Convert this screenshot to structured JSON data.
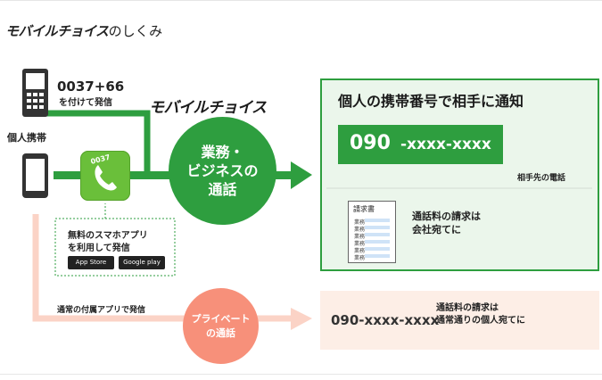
{
  "title": {
    "logo": "モバイルチョイス",
    "suffix": "のしくみ"
  },
  "left": {
    "dial_code": "0037+66",
    "dial_sub": "を付けて発信",
    "phone_label": "個人携帯",
    "app_note_line1": "無料のスマホアプリ",
    "app_note_line2": "を利用して発信",
    "app_icon_label": "0037",
    "app_store": "App Store",
    "google_play": "Google play",
    "normal_note": "通常の付属アプリで発信"
  },
  "middle": {
    "logo": "モバイルチョイス",
    "business_line1": "業務・",
    "business_line2": "ビジネスの",
    "business_line3": "通話",
    "private_line1": "プライベート",
    "private_line2": "の通話"
  },
  "right": {
    "panel_title": "個人の携帯番号で相手に通知",
    "number_prefix": "090",
    "number_rest": "-xxxx-xxxx",
    "remote_label": "相手先の電話",
    "invoice_title": "請求書",
    "invoice_rows": [
      "業務",
      "業務",
      "業務",
      "業務",
      "業務",
      "業務"
    ],
    "billing_line1": "通話料の請求は",
    "billing_line2": "会社宛てに",
    "pink_number": "090-xxxx-xxxx",
    "pink_billing_line1": "通話料の請求は",
    "pink_billing_line2": "通常通りの個人宛てに"
  },
  "colors": {
    "green": "#2e9e3f",
    "light_green": "#ebf6eb",
    "pink": "#f7907a",
    "light_pink": "#fdeee6",
    "app_green": "#6abf3a"
  }
}
